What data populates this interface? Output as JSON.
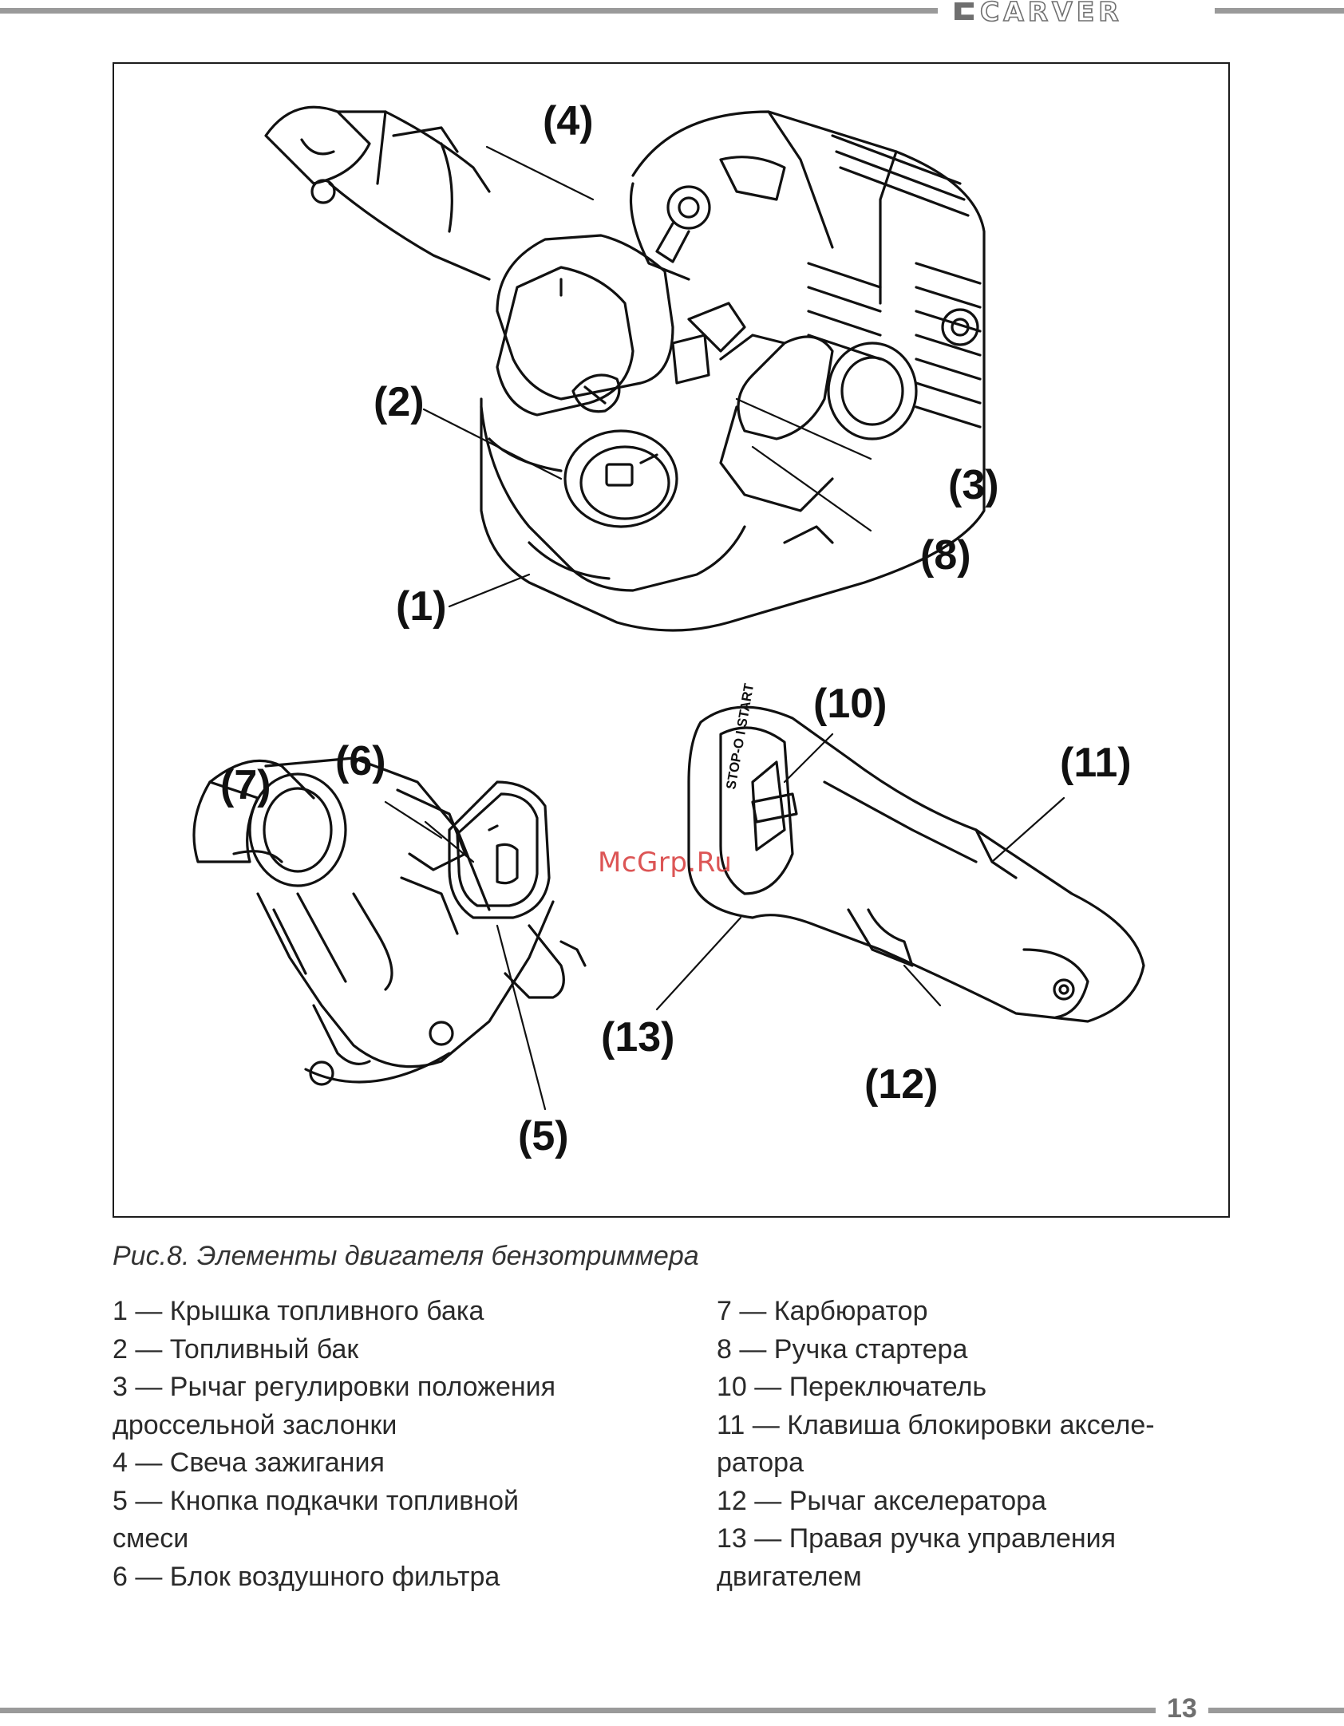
{
  "header": {
    "brand": "CARVER"
  },
  "figure": {
    "callouts": [
      "(1)",
      "(2)",
      "(3)",
      "(4)",
      "(5)",
      "(6)",
      "(7)",
      "(8)",
      "(10)",
      "(11)",
      "(12)",
      "(13)"
    ],
    "handle_marking": "STOP-O I START",
    "watermark": "McGrp.Ru"
  },
  "caption": "Рис.8. Элементы двигателя бензотриммера",
  "legend": {
    "left": [
      "1 — Крышка топливного бака",
      "2 — Топливный бак",
      "3 — Рычаг регулировки положения\nдроссельной заслонки",
      "4 — Свеча зажигания",
      "5 — Кнопка подкачки топливной\nсмеси",
      "6 — Блок воздушного фильтра"
    ],
    "right": [
      "7 — Карбюратор",
      "8 — Ручка стартера",
      "10 — Переключатель",
      "11 — Клавиша блокировки акселе-\nратора",
      "12 — Рычаг акселератора",
      "13 — Правая ручка управления\nдвигателем"
    ]
  },
  "footer": {
    "page_number": "13"
  }
}
